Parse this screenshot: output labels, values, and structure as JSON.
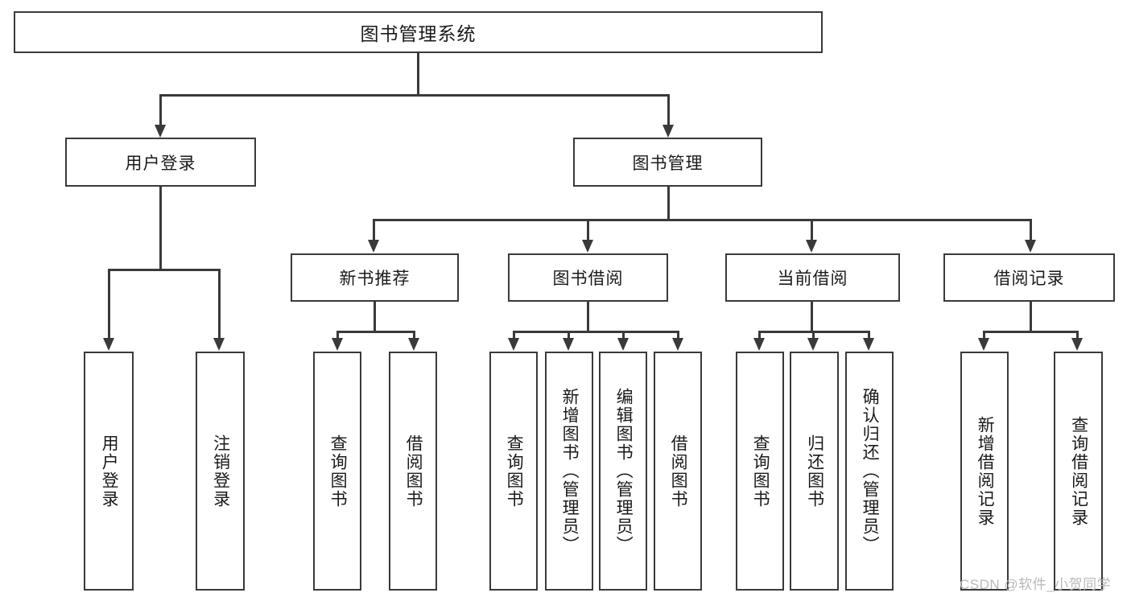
{
  "diagram": {
    "title": "图书管理系统",
    "type": "hierarchy-tree",
    "watermark": "CSDN @软件_小贺同学",
    "colors": {
      "stroke": "#3a3a3a",
      "fill": "#ffffff",
      "text": "#1a1a1a",
      "watermark": "#b9b9b9"
    },
    "levels": {
      "root": {
        "label": "图书管理系统"
      },
      "level2": [
        {
          "id": "user-login",
          "label": "用户登录"
        },
        {
          "id": "book-management",
          "label": "图书管理"
        }
      ],
      "level3": [
        {
          "id": "new-book-recommend",
          "label": "新书推荐"
        },
        {
          "id": "book-borrow",
          "label": "图书借阅"
        },
        {
          "id": "current-borrow",
          "label": "当前借阅"
        },
        {
          "id": "borrow-record",
          "label": "借阅记录"
        }
      ],
      "level4": [
        {
          "id": "leaf-user-login",
          "label": "用户登录",
          "parent": "user-login"
        },
        {
          "id": "leaf-logout-login",
          "label": "注销登录",
          "parent": "user-login"
        },
        {
          "id": "leaf-query-book-1",
          "label": "查询图书",
          "parent": "new-book-recommend"
        },
        {
          "id": "leaf-borrow-book-1",
          "label": "借阅图书",
          "parent": "new-book-recommend"
        },
        {
          "id": "leaf-query-book-2",
          "label": "查询图书",
          "parent": "book-borrow"
        },
        {
          "id": "leaf-add-book-admin",
          "label": "新增图书（管理员）",
          "parent": "book-borrow"
        },
        {
          "id": "leaf-edit-book-admin",
          "label": "编辑图书（管理员）",
          "parent": "book-borrow"
        },
        {
          "id": "leaf-borrow-book-2",
          "label": "借阅图书",
          "parent": "book-borrow"
        },
        {
          "id": "leaf-query-book-3",
          "label": "查询图书",
          "parent": "current-borrow"
        },
        {
          "id": "leaf-return-book",
          "label": "归还图书",
          "parent": "current-borrow"
        },
        {
          "id": "leaf-confirm-return-admin",
          "label": "确认归还（管理员）",
          "parent": "current-borrow"
        },
        {
          "id": "leaf-add-borrow-record",
          "label": "新增借阅记录",
          "parent": "borrow-record"
        },
        {
          "id": "leaf-query-borrow-record",
          "label": "查询借阅记录",
          "parent": "borrow-record"
        }
      ]
    }
  }
}
